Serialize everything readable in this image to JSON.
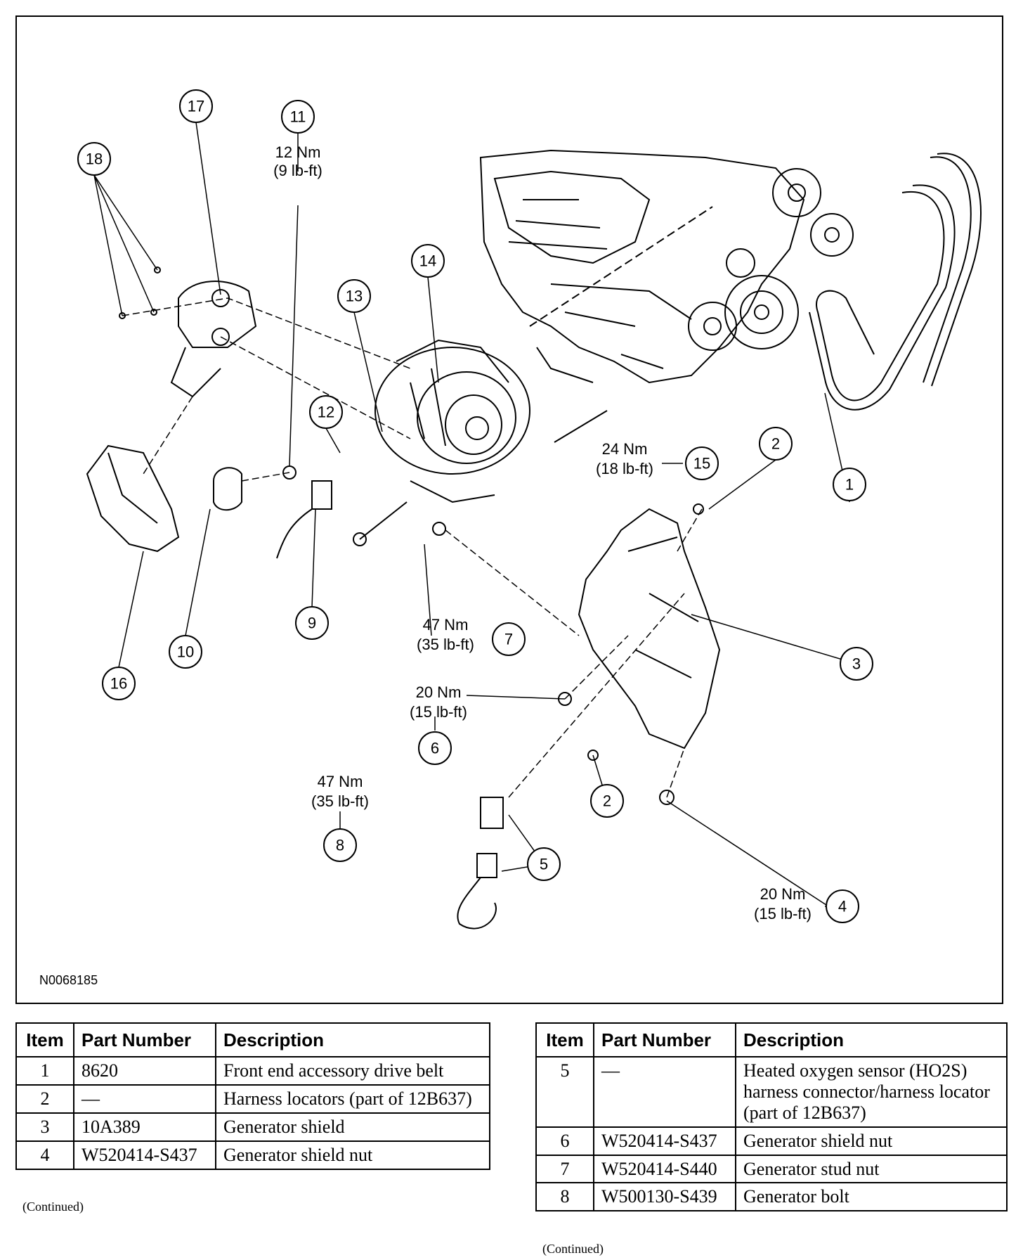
{
  "figure_id": "N0068185",
  "callouts": {
    "c1": "1",
    "c2a": "2",
    "c2b": "2",
    "c3": "3",
    "c4": "4",
    "c5": "5",
    "c6": "6",
    "c7": "7",
    "c8": "8",
    "c9": "9",
    "c10": "10",
    "c11": "11",
    "c12": "12",
    "c13": "13",
    "c14": "14",
    "c15": "15",
    "c16": "16",
    "c17": "17",
    "c18": "18"
  },
  "torques": {
    "t11": [
      "12 Nm",
      "(9 lb-ft)"
    ],
    "t15": [
      "24 Nm",
      "(18 lb-ft)"
    ],
    "t7": [
      "47 Nm",
      "(35 lb-ft)"
    ],
    "t6": [
      "20 Nm",
      "(15 lb-ft)"
    ],
    "t8": [
      "47 Nm",
      "(35 lb-ft)"
    ],
    "t4": [
      "20 Nm",
      "(15 lb-ft)"
    ]
  },
  "table_headers": {
    "item": "Item",
    "part_number": "Part Number",
    "description": "Description"
  },
  "table_left": [
    {
      "item": "1",
      "part": "8620",
      "desc": "Front end accessory drive belt"
    },
    {
      "item": "2",
      "part": "—",
      "desc": "Harness locators (part of 12B637)"
    },
    {
      "item": "3",
      "part": "10A389",
      "desc": "Generator shield"
    },
    {
      "item": "4",
      "part": "W520414-S437",
      "desc": "Generator shield nut"
    }
  ],
  "table_right": [
    {
      "item": "5",
      "part": "—",
      "desc": "Heated oxygen sensor (HO2S) harness connector/harness locator (part of 12B637)"
    },
    {
      "item": "6",
      "part": "W520414-S437",
      "desc": "Generator shield nut"
    },
    {
      "item": "7",
      "part": "W520414-S440",
      "desc": "Generator stud nut"
    },
    {
      "item": "8",
      "part": "W500130-S439",
      "desc": "Generator bolt"
    }
  ],
  "continued_label": "(Continued)"
}
